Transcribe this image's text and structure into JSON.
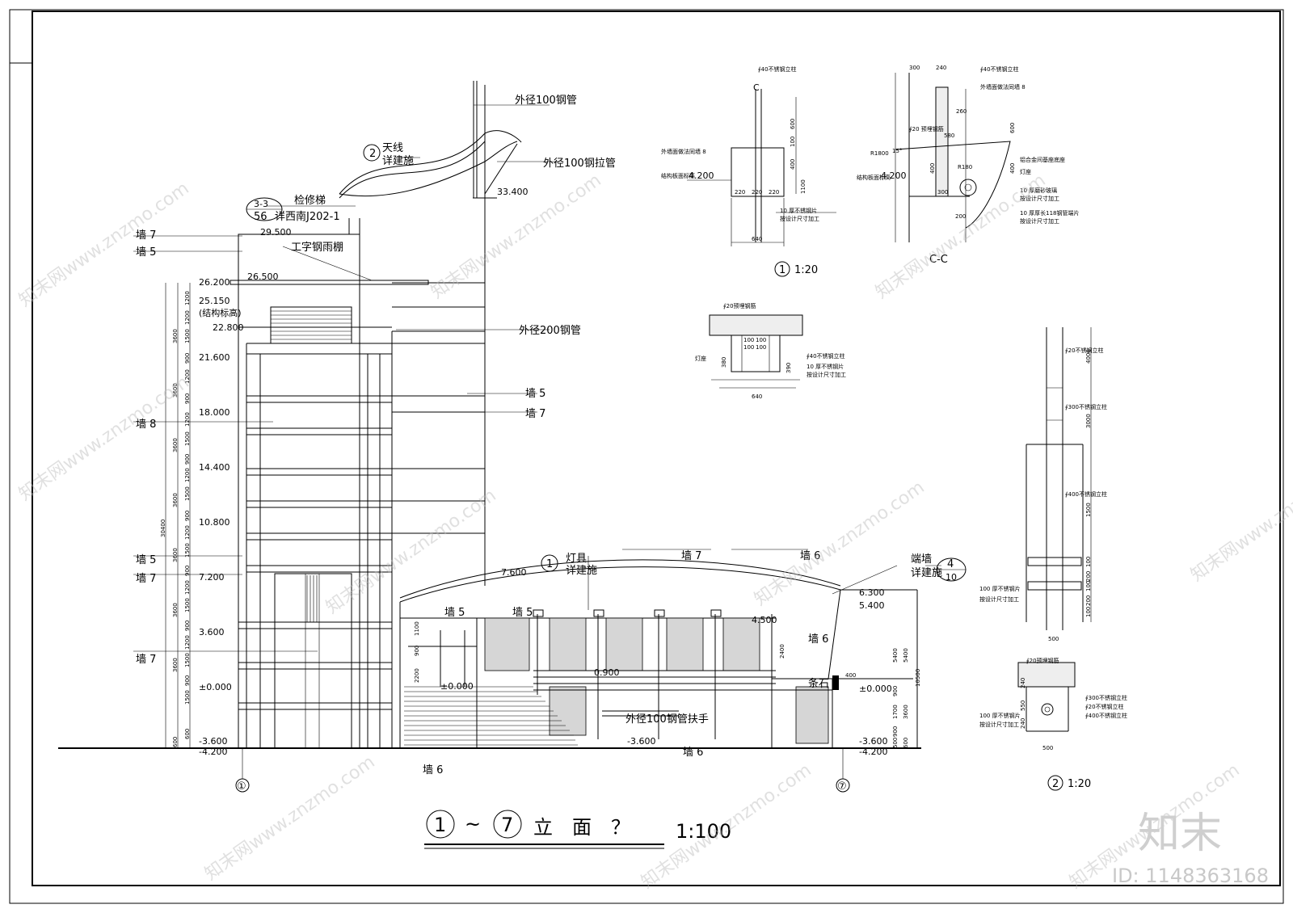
{
  "title": {
    "circle_start": "1",
    "tilde": "~",
    "circle_end": "7",
    "text": "立　面　？",
    "scale": "1:100"
  },
  "elevations": {
    "e_29500": "29.500",
    "e_26500": "26.500",
    "e_26200": "26.200",
    "e_25150": "25.150",
    "e_struct": "(结构标高)",
    "e_22800": "22.800",
    "e_21600": "21.600",
    "e_18000": "18.000",
    "e_14400": "14.400",
    "e_10800": "10.800",
    "e_7600": "7.600",
    "e_7200": "7.200",
    "e_6300": "6.300",
    "e_5400": "5.400",
    "e_4500": "4.500",
    "e_3600": "3.600",
    "e_0900": "0.900",
    "e_0000a": "±0.000",
    "e_0000b": "±0.000",
    "e_0000c": "±0.000",
    "e_m3600a": "-3.600",
    "e_m3600b": "-3.600",
    "e_m3600c": "-3.600",
    "e_m4200a": "-4.200",
    "e_m4200b": "-4.200",
    "e_33400": "33.400"
  },
  "labels": {
    "pipe100a": "外径100钢管",
    "pipe100b": "外径100钢拉管",
    "pipe200": "外径200钢管",
    "antenna": "天线",
    "see_arch1": "详建施",
    "antenna_ref": "2",
    "ladder": "检修梯",
    "ref33": "3-3",
    "ref56": "56",
    "ref_std": "详西南J202-1",
    "canopy": "工字钢雨棚",
    "lamp": "灯具",
    "lamp_ref": "1",
    "see_arch2": "详建施",
    "end_wall": "端墙",
    "see_arch3": "详建施",
    "endwall_ref_top": "4",
    "endwall_ref_bot": "10",
    "handrail": "外径100钢管扶手",
    "stone": "条石",
    "axis1": "①",
    "axis7": "⑦"
  },
  "walls": {
    "w7a": "墙 7",
    "w5a": "墙 5",
    "w8": "墙 8",
    "w5b": "墙 5",
    "w7b": "墙 7",
    "w7c": "墙 7",
    "w5r": "墙 5",
    "w7r": "墙 7",
    "w5m1": "墙 5",
    "w5m2": "墙 5",
    "w7m": "墙 7",
    "w6m": "墙 6",
    "w6r": "墙 6",
    "w6b1": "墙 6",
    "w6b2": "墙 6"
  },
  "dims_left": {
    "d1200a": "1200",
    "d1200b": "1200",
    "d3600a": "3600",
    "d1500a": "1500",
    "d900a": "900",
    "d1200c": "1200",
    "d3600b": "3600",
    "d1500b": "1500",
    "d900b": "900",
    "d1200d": "1200",
    "d3600c": "3600",
    "d1500c": "1500",
    "d900c": "900",
    "d1200e": "1200",
    "d3600d": "3600",
    "d1500d": "1500",
    "d900d": "900",
    "d1200f": "1200",
    "d3600e": "3600",
    "d1500e": "1500",
    "d900e": "900",
    "d1200g": "1200",
    "d3600f": "3600",
    "d1500f": "1500",
    "d900f": "900",
    "d1200h": "1200",
    "d3600g": "3600",
    "d1500g": "1500",
    "d900g": "900",
    "d600a": "600",
    "d600b": "600",
    "total": "30400"
  },
  "dims_mid": {
    "d1100": "1100",
    "d900": "900",
    "d2200": "2200",
    "d2400": "2400",
    "d5400a": "5400",
    "d5400b": "5400",
    "d10500": "10500",
    "d900b": "900",
    "d3600": "3600",
    "d1700": "1700",
    "d900c": "900",
    "d500": "500",
    "d600": "600",
    "d400": "400"
  },
  "detail1": {
    "label_num": "1",
    "scale": "1:20",
    "section_mark": "C",
    "d640a": "640",
    "d220a": "220",
    "d220b": "220",
    "d220c": "220",
    "d600": "600",
    "d100": "100",
    "d400": "400",
    "d1100": "1100",
    "e4200": "4.200",
    "note1": "∮40不锈钢立柱",
    "note2": "外墙面做法同墙 8",
    "note3": "结构板面标高",
    "note4": "10 厚不锈钢片",
    "note5": "按设计尺寸加工"
  },
  "detailC": {
    "title": "C-C",
    "d300": "300",
    "d240": "240",
    "d260": "260",
    "d580": "580",
    "d600": "600",
    "d400": "400",
    "d400b": "400",
    "d300b": "300",
    "d200": "200",
    "r1800": "R1800",
    "r180": "R180",
    "angle": "15°",
    "e4200": "4.200",
    "note1": "∮40不锈钢立柱",
    "note2": "外墙面做法同墙 8",
    "note3": "∮20 预埋钢筋",
    "note4": "结构板面标高",
    "note5": "铝合金间基座底座",
    "note6": "灯座",
    "note7": "10 厚磨砂玻璃",
    "note8": "按设计尺寸加工",
    "note9": "10 厚厚长118钢管端片",
    "note10": "按设计尺寸加工"
  },
  "detailMid": {
    "d640": "640",
    "d100a": "100",
    "d100b": "100",
    "d100c": "100",
    "d100d": "100",
    "d380": "380",
    "d390": "390",
    "note1": "∮20预埋钢筋",
    "note2": "∮40不锈钢立柱",
    "note3": "灯座",
    "note4": "10 厚不锈钢片",
    "note5": "按设计尺寸加工"
  },
  "detail2": {
    "label_num": "2",
    "scale": "1:20",
    "d4000": "4000",
    "d3000": "3000",
    "d1500": "1500",
    "d100a": "100",
    "d200a": "200",
    "d100b": "100",
    "d200b": "200",
    "d100c": "100",
    "d500a": "500",
    "d500b": "500",
    "d240": "240",
    "d550": "550",
    "d240b": "240",
    "note1": "∮20不锈钢立柱",
    "note2": "∮300不锈钢立柱",
    "note3": "∮400不锈钢立柱",
    "note4": "100 厚不锈钢片",
    "note5": "按设计尺寸加工",
    "note6": "∮20预埋钢筋",
    "note7": "∮300不锈钢立柱",
    "note8": "∮20不锈钢立柱",
    "note9": "∮400不锈钢立柱",
    "note10": "100 厚不锈钢片",
    "note11": "按设计尺寸加工"
  },
  "watermark": {
    "site": "知末网www.znzmo.com",
    "brand": "知末",
    "id": "ID: 1148363168"
  }
}
